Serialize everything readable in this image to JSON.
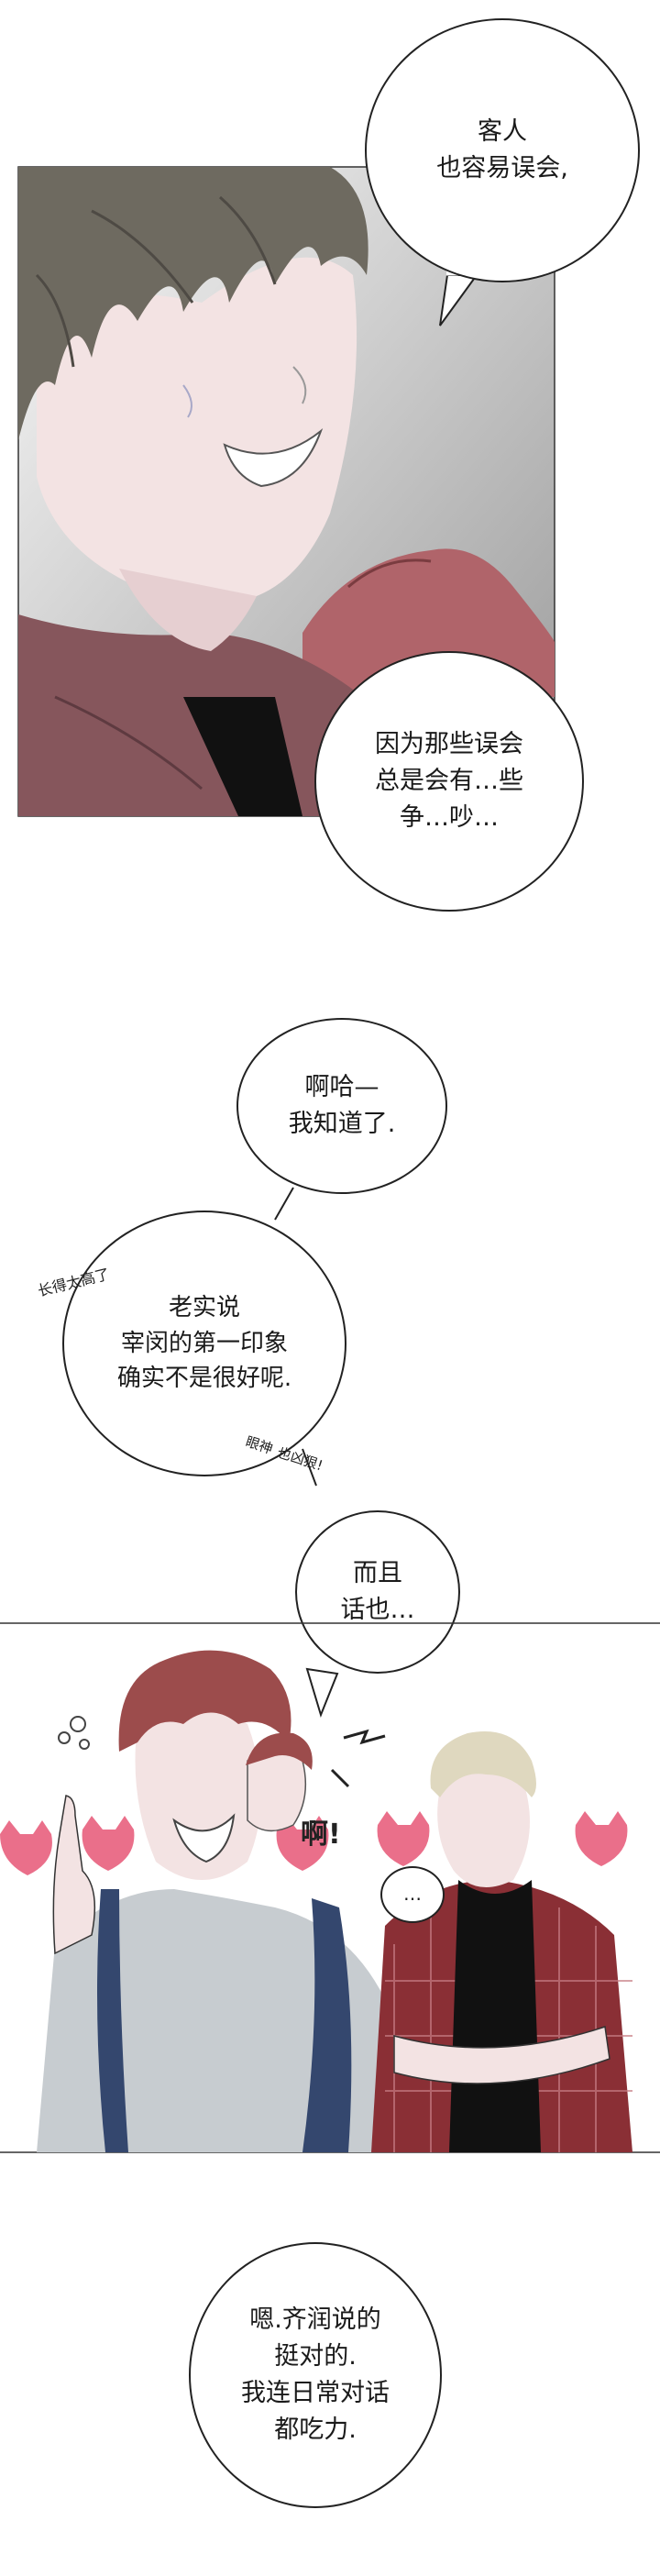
{
  "bubbles": {
    "customer": [
      "客人",
      "也容易误会,"
    ],
    "argument": [
      "因为那些误会",
      "总是会有…些",
      "争…吵…"
    ],
    "aha": [
      "啊哈—",
      "我知道了."
    ],
    "honest": [
      "老实说",
      "宰闵的第一印象",
      "确实不是很好呢."
    ],
    "speech": [
      "而且",
      "话也…"
    ],
    "ellipsis": "…",
    "final": [
      "嗯.齐润说的",
      "挺对的.",
      "我连日常对话",
      "都吃力."
    ]
  },
  "sfx": {
    "too_tall": "长得太高了",
    "eyes_fierce_1": "眼神",
    "eyes_fierce_2": "也凶狠!",
    "ah": "啊!"
  },
  "colors": {
    "hair_dark": "#6e6a60",
    "hair_red": "#9c4c4c",
    "skin": "#f3e3e3",
    "hoodie": "#86565c",
    "sweater_grey": "#c7ccd0",
    "plaid_red": "#8a2f35",
    "cat_pink": "#ea6f8a"
  }
}
